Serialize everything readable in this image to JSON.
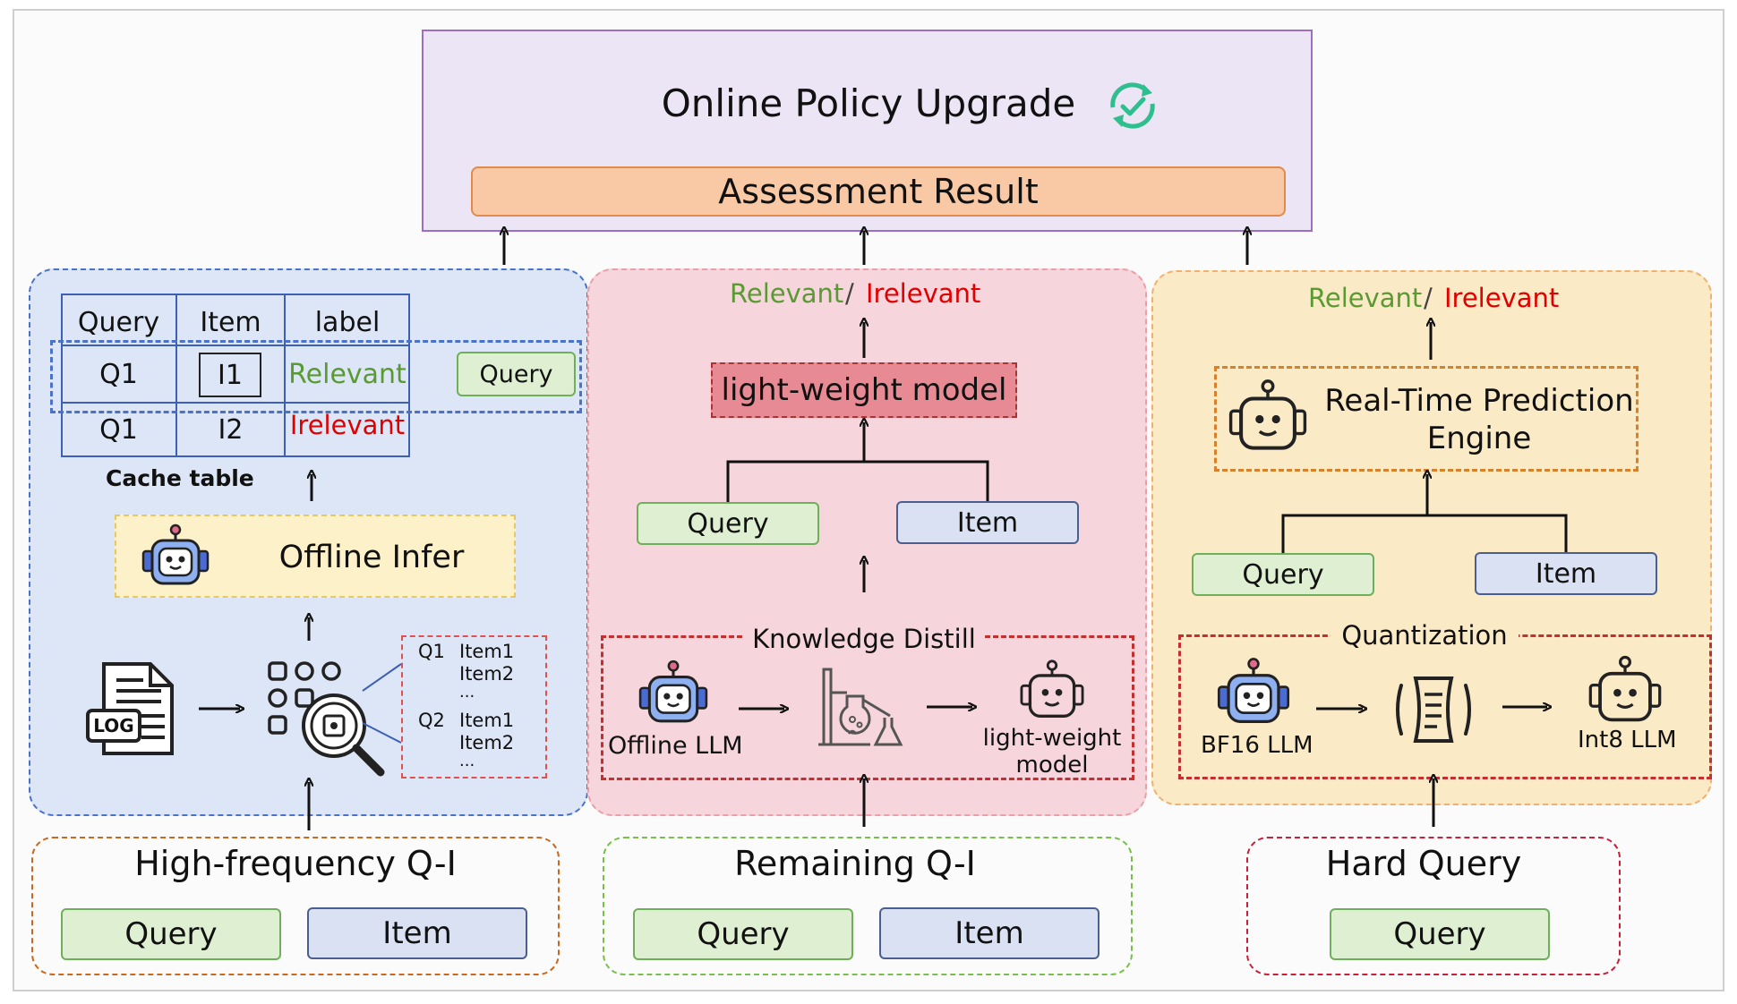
{
  "top": {
    "title": "Online Policy Upgrade",
    "assessment": "Assessment Result"
  },
  "left_panel": {
    "table_headers": [
      "Query",
      "Item",
      "label"
    ],
    "rows": [
      {
        "query": "Q1",
        "item": "I1",
        "label": "Relevant"
      },
      {
        "query": "Q1",
        "item": "I2",
        "label": "Irelevant"
      }
    ],
    "query_tag": "Query",
    "cache_caption": "Cache table",
    "offline_infer": "Offline Infer",
    "log_label": "LOG",
    "list_lines": [
      "Q1",
      "Item1",
      "Item2",
      "...",
      "Q2",
      "Item1",
      "Item2",
      "..."
    ]
  },
  "middle_panel": {
    "relevant": "Relevant",
    "slash": "/",
    "irrelevant": "Irelevant",
    "model": "light-weight model",
    "query": "Query",
    "item": "Item",
    "distill_title": "Knowledge Distill",
    "offline_llm": "Offline LLM",
    "lw_model_line1": "light-weight",
    "lw_model_line2": "model"
  },
  "right_panel": {
    "relevant": "Relevant",
    "slash": "/",
    "irrelevant": "Irelevant",
    "engine_line1": "Real-Time Prediction",
    "engine_line2": "Engine",
    "query": "Query",
    "item": "Item",
    "quant_title": "Quantization",
    "bf16": "BF16 LLM",
    "int8": "Int8 LLM"
  },
  "bottom": {
    "high_freq": "High-frequency Q-I",
    "remaining": "Remaining Q-I",
    "hard": "Hard Query",
    "query": "Query",
    "item": "Item"
  },
  "colors": {
    "relevant_green": "#5a9a32",
    "irrelevant_red": "#e00000",
    "top_bg": "#ece5f6",
    "top_border": "#9c6fc4",
    "assessment_bg": "#f8c9a4",
    "left_bg": "#dde6f7",
    "mid_bg": "#f6d5dc",
    "right_bg": "#fbeac6"
  }
}
